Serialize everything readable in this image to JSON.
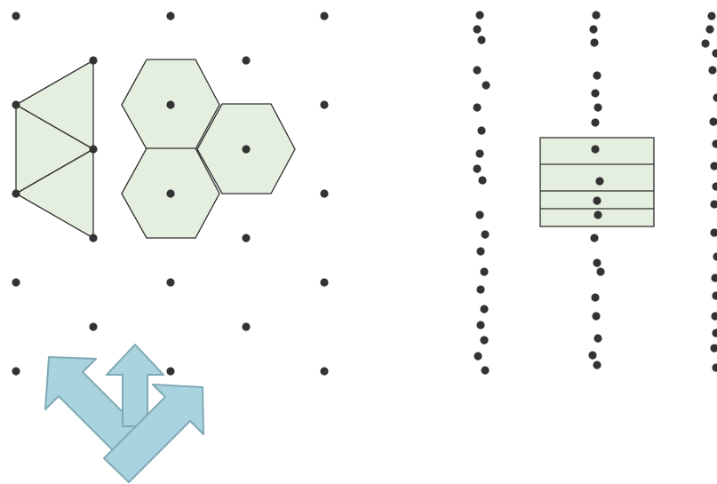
{
  "colors": {
    "background": "#ffffff",
    "dot": "#333333",
    "cell_fill": "#e5efdf",
    "cell_stroke": "#2e2e2e",
    "arrow_fill": "#a9d3de",
    "arrow_stroke": "#7fa9b5"
  },
  "panels": [
    {
      "name": "hexagonal-lattice-panel",
      "shapes": [
        "triangle",
        "triangle",
        "triangle",
        "hexagon",
        "hexagon",
        "hexagon"
      ]
    },
    {
      "name": "random-rows-panel",
      "shapes": [
        "rectangle-stack"
      ]
    }
  ],
  "icons": [
    "arrows-icon"
  ]
}
